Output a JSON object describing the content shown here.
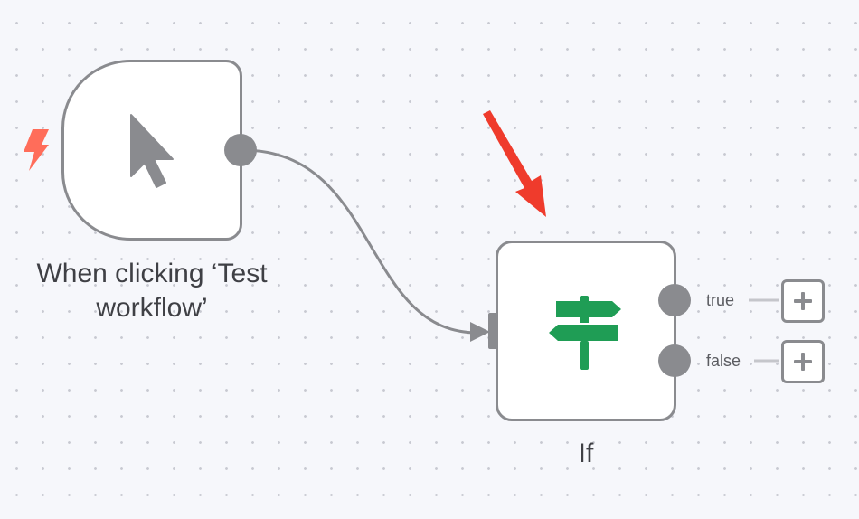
{
  "trigger_node": {
    "title": "When clicking ‘Test workflow’",
    "icon": "cursor-arrow-icon",
    "badge_icon": "lightning-bolt-icon"
  },
  "if_node": {
    "title": "If",
    "icon": "signpost-icon",
    "outputs": [
      {
        "label": "true"
      },
      {
        "label": "false"
      }
    ]
  },
  "colors": {
    "canvas_background": "#f6f7fb",
    "node_border": "#8a8b8f",
    "trigger_bolt": "#ff6d5a",
    "if_icon_green": "#1f9d55",
    "annotation_arrow": "#ef3b2c"
  }
}
